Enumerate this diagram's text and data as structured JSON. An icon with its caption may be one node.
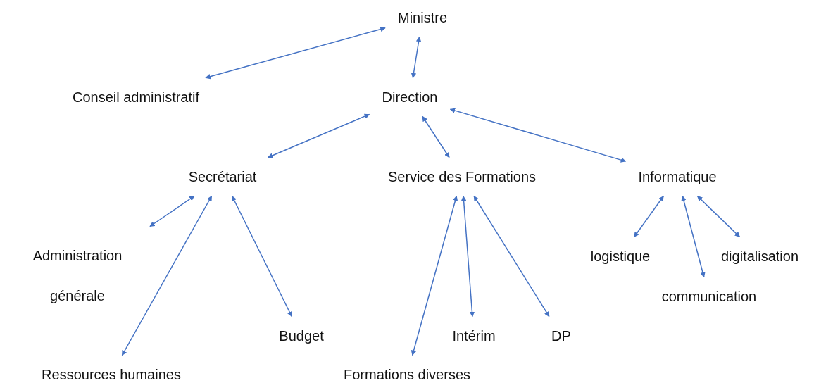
{
  "diagram": {
    "nodes": [
      {
        "text": [
          "Ministre"
        ]
      },
      {
        "text": [
          "Conseil administratif"
        ]
      },
      {
        "text": [
          "Direction"
        ]
      },
      {
        "text": [
          "Secrétariat"
        ]
      },
      {
        "text": [
          "Service des Formations"
        ]
      },
      {
        "text": [
          "Informatique"
        ]
      },
      {
        "text": [
          "Administration générale"
        ]
      },
      {
        "text": [
          "Budget"
        ]
      },
      {
        "text": [
          "Ressources humaines"
        ]
      },
      {
        "text": [
          "Formations diverses"
        ]
      },
      {
        "text": [
          "Intérim"
        ]
      },
      {
        "text": [
          "DP"
        ]
      },
      {
        "text": [
          "logistique"
        ]
      },
      {
        "text": [
          "communication"
        ]
      },
      {
        "text": [
          "digitalisation"
        ]
      }
    ],
    "edges": [
      {
        "from": 0,
        "to": 1,
        "arrow": "both"
      },
      {
        "from": 0,
        "to": 2,
        "arrow": "both"
      },
      {
        "from": 2,
        "to": 3,
        "arrow": "both"
      },
      {
        "from": 2,
        "to": 4,
        "arrow": "both"
      },
      {
        "from": 2,
        "to": 5,
        "arrow": "both"
      },
      {
        "from": 3,
        "to": 6,
        "arrow": "both"
      },
      {
        "from": 3,
        "to": 8,
        "arrow": "both"
      },
      {
        "from": 3,
        "to": 7,
        "arrow": "both"
      },
      {
        "from": 4,
        "to": 9,
        "arrow": "both"
      },
      {
        "from": 4,
        "to": 10,
        "arrow": "both"
      },
      {
        "from": 4,
        "to": 11,
        "arrow": "both"
      },
      {
        "from": 5,
        "to": 12,
        "arrow": "both"
      },
      {
        "from": 5,
        "to": 13,
        "arrow": "both"
      },
      {
        "from": 5,
        "to": 14,
        "arrow": "both"
      }
    ]
  }
}
